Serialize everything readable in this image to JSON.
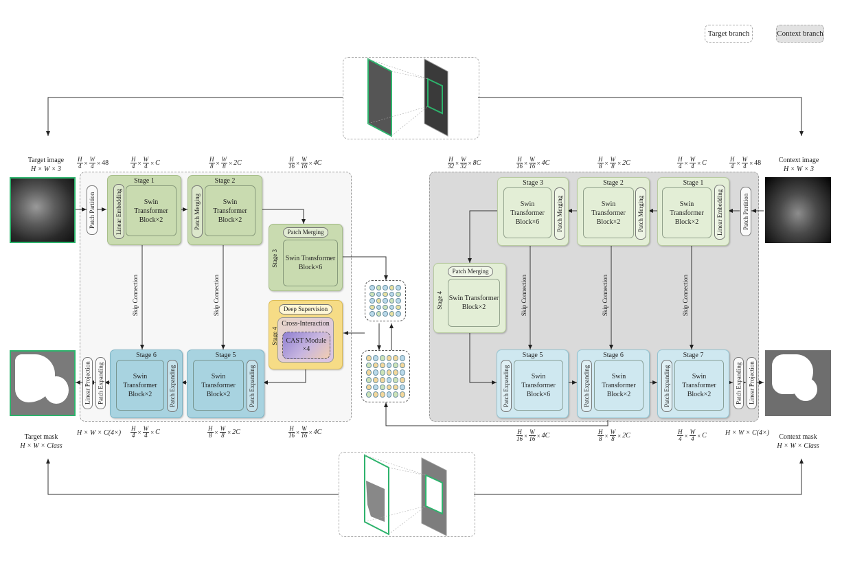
{
  "legend": {
    "target": "Target branch",
    "context": "Context branch"
  },
  "colors": {
    "green_frame": "#2db36c",
    "encoder_green": "#c9dbb0",
    "decoder_blue": "#a8d3e0",
    "deep_supervision": "#f6dc86",
    "cast_module": "#b8a8d8"
  },
  "target": {
    "image_label": "Target image",
    "image_dim": "H × W × 3",
    "mask_label": "Target mask",
    "mask_dim": "H × W × Class",
    "patch_partition": "Patch Partition",
    "linear_embedding": "Linear Embedding",
    "linear_projection": "Linear Projection",
    "patch_expanding": "Patch Expanding",
    "skip": "Skip Connection",
    "stage1": {
      "title": "Stage 1",
      "block": "Swin Transformer Block×2"
    },
    "stage2": {
      "title": "Stage 2",
      "merge": "Patch Merging",
      "block": "Swin Transformer Block×2"
    },
    "stage3": {
      "title": "Stage 3",
      "merge": "Patch Merging",
      "block": "Swin Transformer Block×6"
    },
    "stage4": {
      "title": "Stage 4",
      "deep_supervision": "Deep Supervision",
      "cross": "Cross-Interaction",
      "cast": "CAST Module ×4"
    },
    "stage5": {
      "title": "Stage 5",
      "expand": "Patch Expanding",
      "block": "Swin Transformer Block×2"
    },
    "stage6": {
      "title": "Stage 6",
      "expand": "Patch Expanding",
      "block": "Swin Transformer Block×2"
    },
    "out_dim": "H × W × C(4×)"
  },
  "context": {
    "image_label": "Context image",
    "image_dim": "H × W × 3",
    "mask_label": "Context mask",
    "mask_dim": "H × W × Class",
    "patch_partition": "Patch Partition",
    "linear_embedding": "Linear Embedding",
    "linear_projection": "Linear Projection",
    "patch_expanding": "Patch Expanding",
    "skip": "Skip Connection",
    "stage1": {
      "title": "Stage 1",
      "block": "Swin Transformer Block×2"
    },
    "stage2": {
      "title": "Stage 2",
      "merge": "Patch Merging",
      "block": "Swin Transformer Block×2"
    },
    "stage3": {
      "title": "Stage 3",
      "merge": "Patch Merging",
      "block": "Swin Transformer Block×6"
    },
    "stage4": {
      "title": "Stage 4",
      "merge": "Patch Merging",
      "block": "Swin Transformer Block×2"
    },
    "stage5": {
      "title": "Stage 5",
      "expand": "Patch Expanding",
      "block": "Swin Transformer Block×6"
    },
    "stage6": {
      "title": "Stage 6",
      "expand": "Patch Expanding",
      "block": "Swin Transformer Block×2"
    },
    "stage7": {
      "title": "Stage 7",
      "expand": "Patch Expanding",
      "block": "Swin Transformer Block×2"
    },
    "out_dim": "H × W × C(4×)"
  },
  "dims": {
    "H": "H",
    "W": "W",
    "d4": "4",
    "d8": "8",
    "d16": "16",
    "d32": "32",
    "times": "×",
    "c48": "48",
    "c1": "C",
    "c2": "2C",
    "c4": "4C",
    "c8": "8C"
  }
}
